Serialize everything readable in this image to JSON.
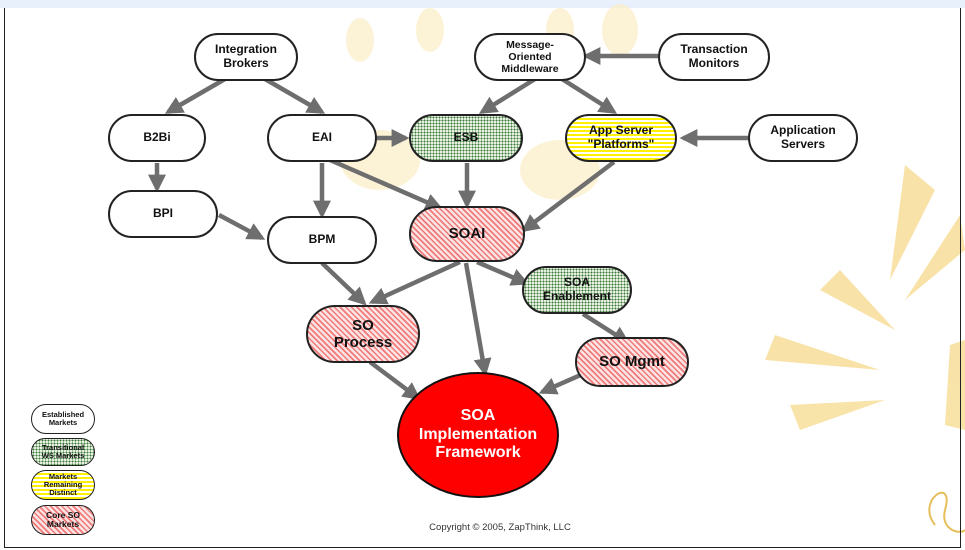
{
  "nodes": {
    "integration_brokers": "Integration Brokers",
    "moms": "Message-Oriented Middleware",
    "transaction_monitors": "Transaction Monitors",
    "b2bi": "B2Bi",
    "eai": "EAI",
    "esb": "ESB",
    "app_server": "App Server \"Platforms\"",
    "application_servers": "Application Servers",
    "bpi": "BPI",
    "bpm": "BPM",
    "soai": "SOAI",
    "soa_enablement": "SOA Enablement",
    "so_process": "SO Process",
    "so_mgmt": "SO Mgmt",
    "framework": "SOA Implementation Framework"
  },
  "legend": {
    "established": "Established Markets",
    "transitional": "Transitional WS Markets",
    "distinct": "Markets Remaining Distinct",
    "core": "Core SO Markets"
  },
  "colors": {
    "arrow": "#6e6e6e",
    "core_red": "#ff0000",
    "transitional_green": "#3e7a3a",
    "distinct_yellow": "#fff100",
    "core_hatch": "#ef7a7a",
    "sun": "#f2c14e"
  },
  "copyright": "Copyright © 2005, ZapThink, LLC"
}
